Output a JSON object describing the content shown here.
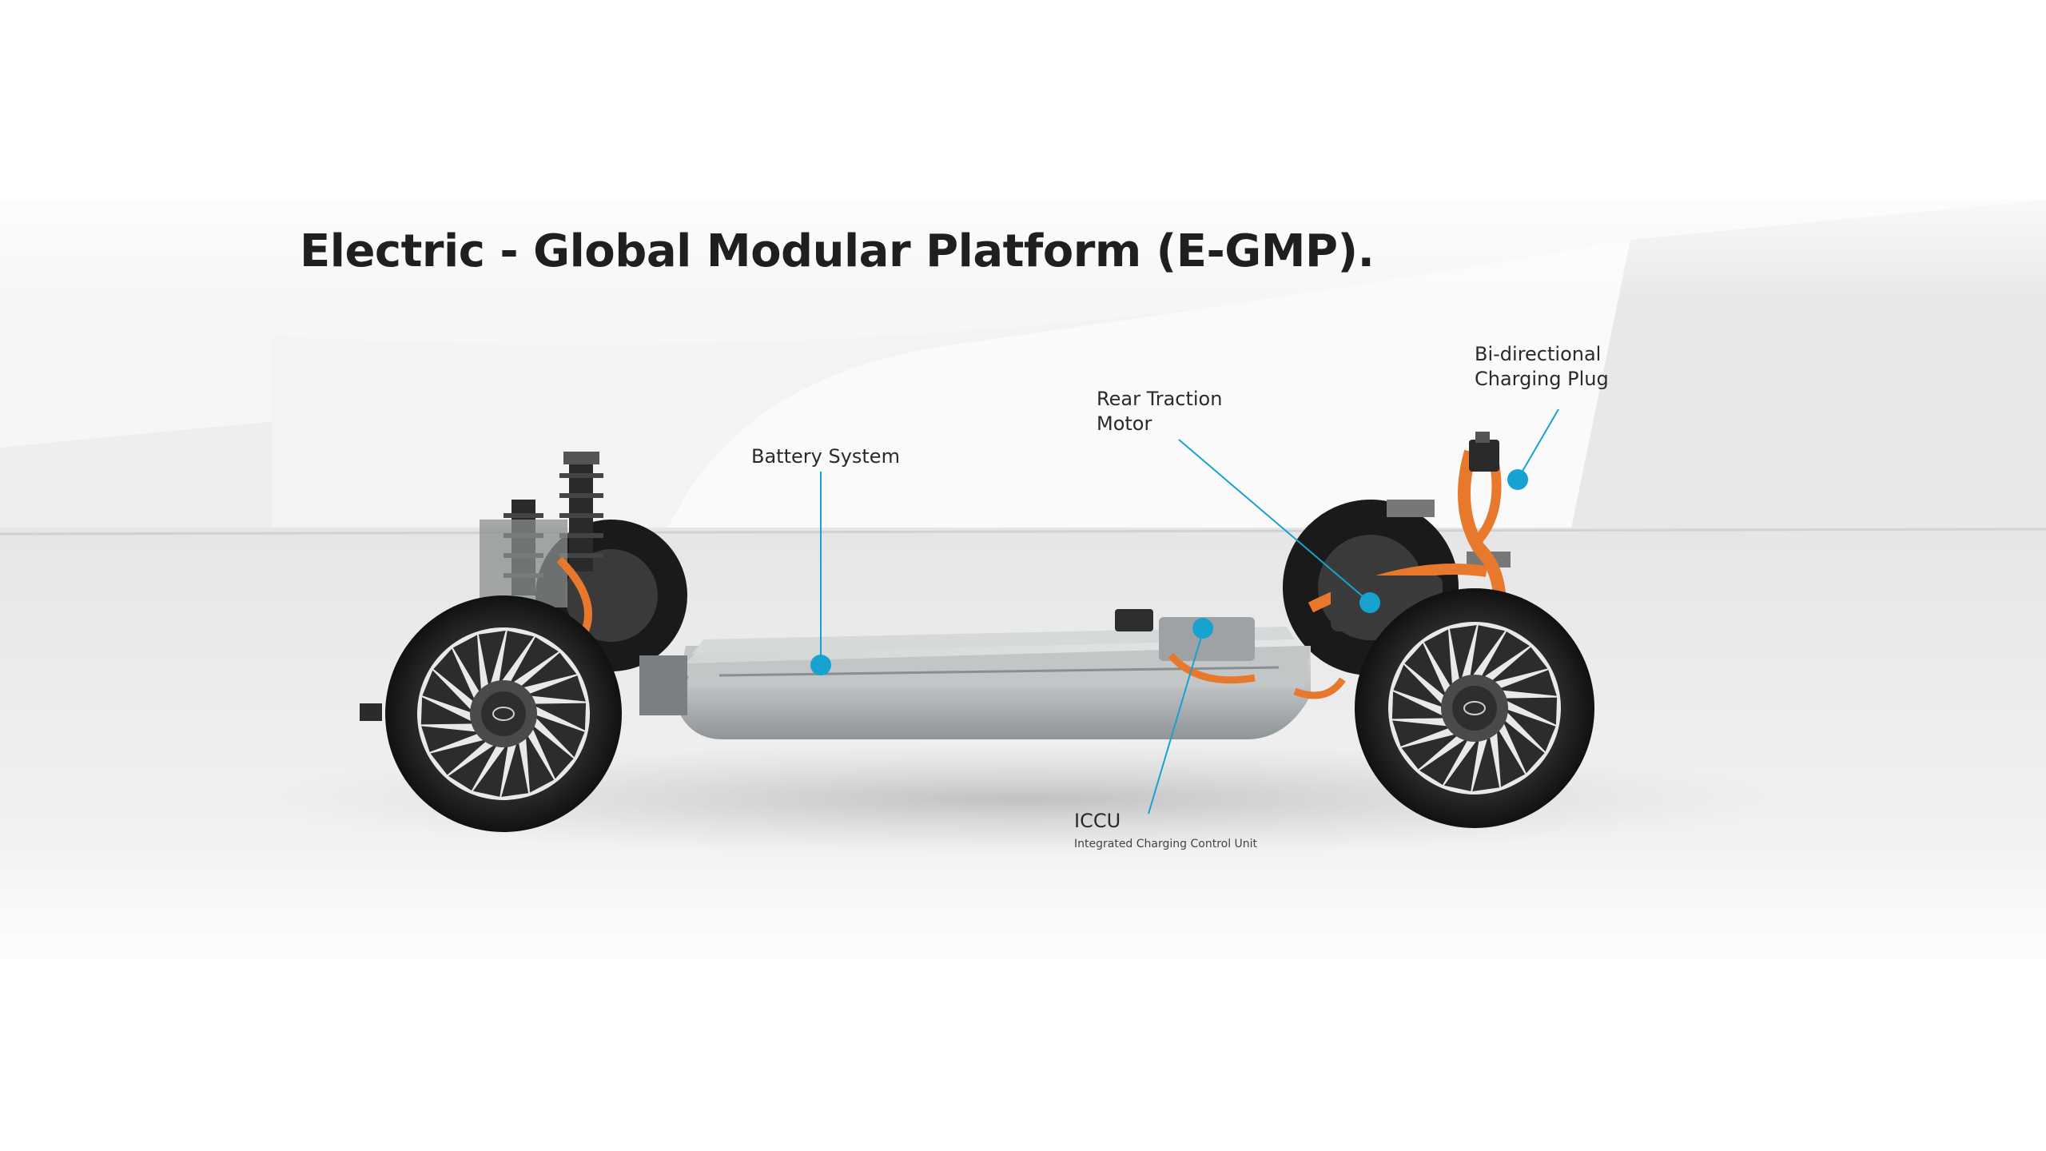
{
  "title": "Electric - Global Modular Platform (E-GMP).",
  "accent_color": "#17a3cf",
  "cable_color": "#e8792c",
  "callouts": {
    "battery": {
      "label": "Battery System"
    },
    "motor": {
      "label": "Rear Traction\nMotor"
    },
    "plug": {
      "label": "Bi-directional\nCharging Plug"
    },
    "iccu": {
      "label": "ICCU",
      "sublabel": "Integrated Charging Control Unit"
    }
  }
}
